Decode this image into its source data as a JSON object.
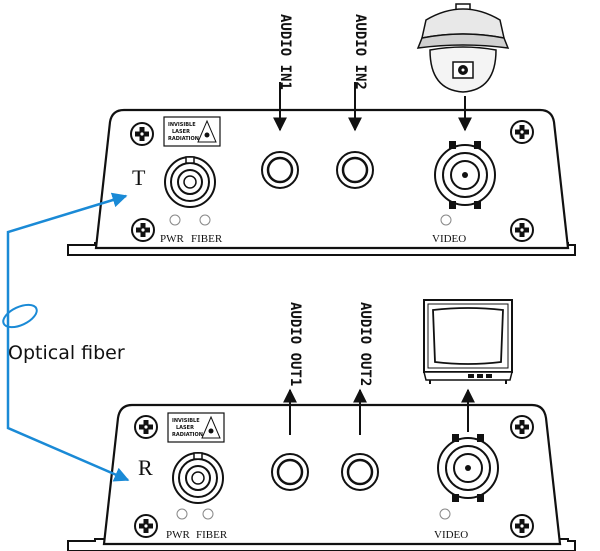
{
  "transmitter": {
    "unit_letter": "T",
    "warning_label": [
      "INVISIBLE",
      "LASER",
      "RADIATION"
    ],
    "led_labels": {
      "pwr": "PWR",
      "fiber": "FIBER"
    },
    "video_label": "VIDEO",
    "audio_inputs": [
      "AUDIO IN1",
      "AUDIO IN2"
    ]
  },
  "receiver": {
    "unit_letter": "R",
    "warning_label": [
      "INVISIBLE",
      "LASER",
      "RADIATION"
    ],
    "led_labels": {
      "pwr": "PWR",
      "fiber": "FIBER"
    },
    "video_label": "VIDEO",
    "audio_outputs": [
      "AUDIO OUT1",
      "AUDIO OUT2"
    ]
  },
  "fiber": {
    "label": "Optical fiber",
    "color": "#1a8ad6"
  },
  "devices": {
    "camera": "camera-icon",
    "monitor": "monitor-icon"
  }
}
